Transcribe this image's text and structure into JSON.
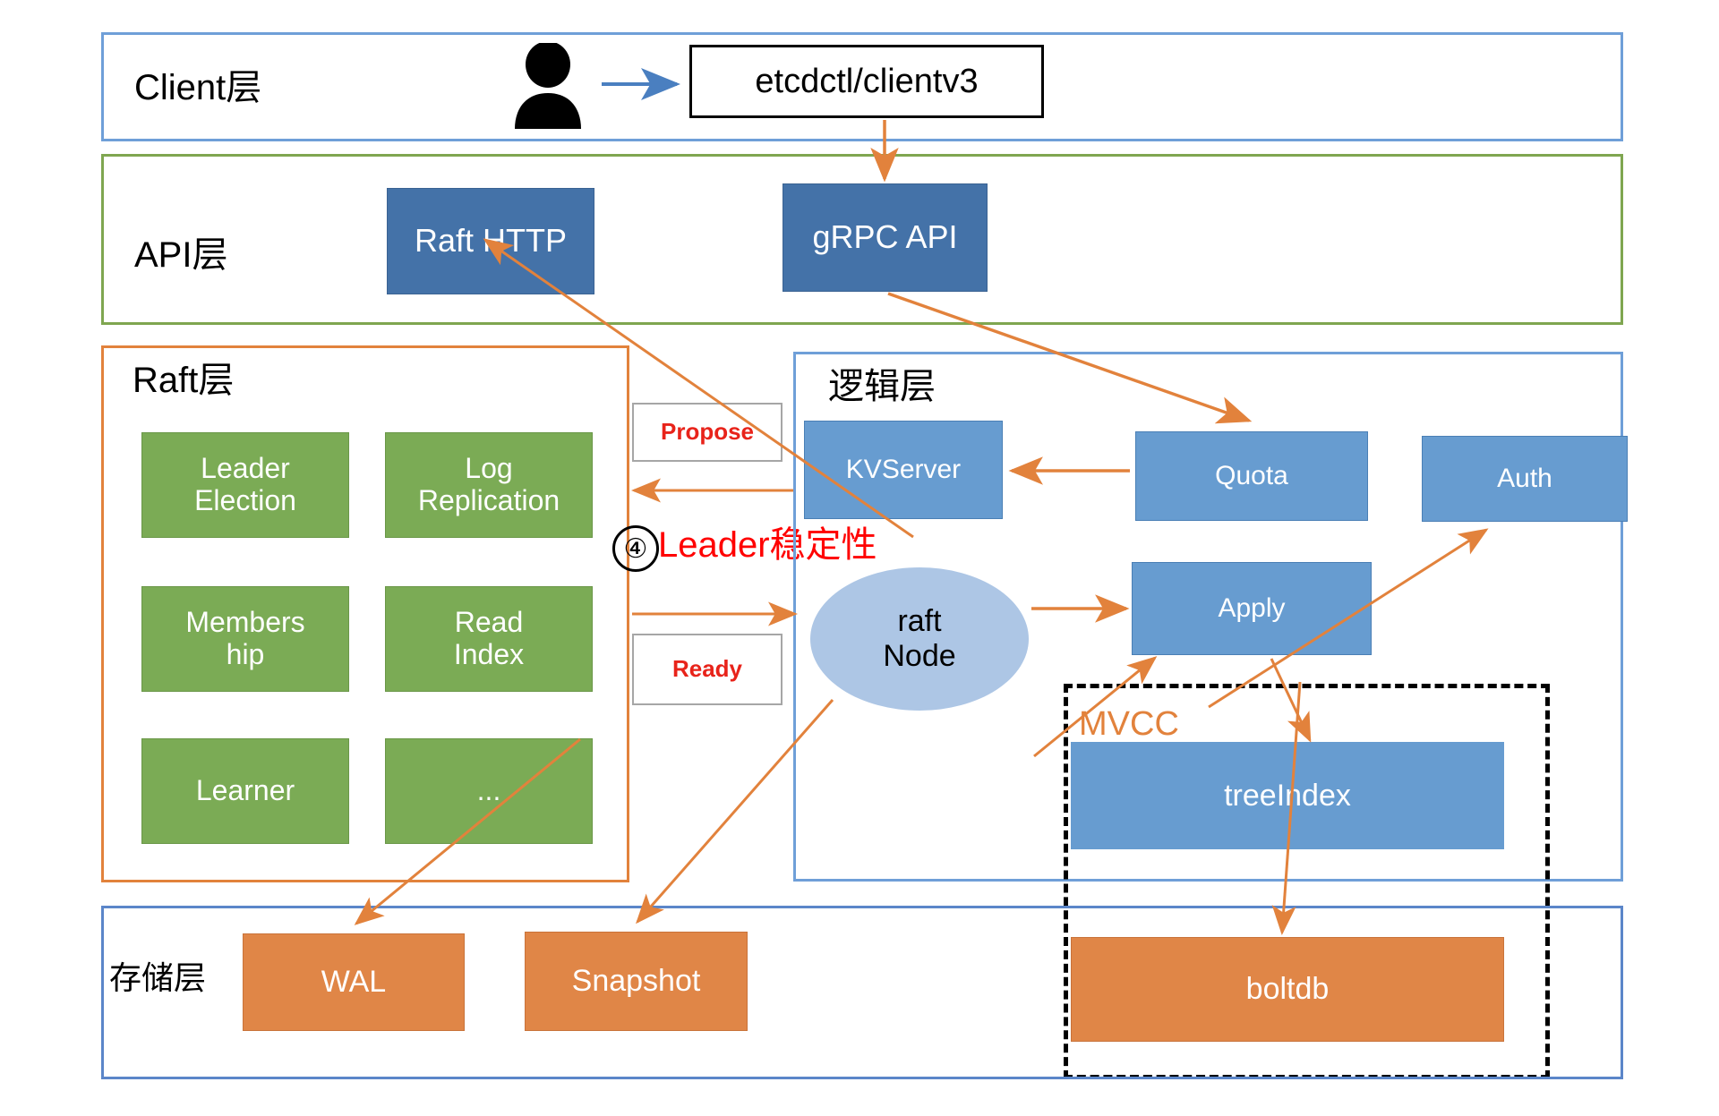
{
  "layers": {
    "client": {
      "title": "Client层"
    },
    "api": {
      "title": "API层"
    },
    "raft": {
      "title": "Raft层"
    },
    "logic": {
      "title": "逻辑层"
    },
    "storage": {
      "title": "存储层"
    }
  },
  "client": {
    "actor_icon": "person-icon",
    "cli_box": "etcdctl/clientv3"
  },
  "api": {
    "raft_http": "Raft HTTP",
    "grpc_api": "gRPC API"
  },
  "raft": {
    "modules": [
      {
        "label": "Leader\nElection"
      },
      {
        "label": "Log\nReplication"
      },
      {
        "label": "Members\nhip"
      },
      {
        "label": "Read\nIndex"
      },
      {
        "label": "Learner"
      },
      {
        "label": "..."
      }
    ]
  },
  "channels": {
    "propose": "Propose",
    "ready": "Ready"
  },
  "annotation": {
    "number": "④",
    "text": "Leader稳定性"
  },
  "logic": {
    "kvserver": "KVServer",
    "quota": "Quota",
    "auth": "Auth",
    "raft_node": "raft\nNode",
    "apply": "Apply",
    "mvcc_label": "MVCC",
    "tree_index": "treeIndex"
  },
  "storage": {
    "wal": "WAL",
    "snapshot": "Snapshot",
    "boltdb": "boltdb"
  },
  "colors": {
    "client_border": "#6f9fd8",
    "api_border": "#7fa650",
    "logic_border": "#6f9fd8",
    "storage_border": "#5b86c9",
    "raft_border": "#e2823c",
    "blue_dark": "#4472a8",
    "blue": "#679cd0",
    "green": "#7bab55",
    "orange": "#e08647",
    "ellipse": "#adc6e5",
    "arrow": "#e2823c",
    "blue_arrow": "#4a7fc0",
    "accent_red": "#ff0000",
    "mvcc": "#e2823c"
  }
}
